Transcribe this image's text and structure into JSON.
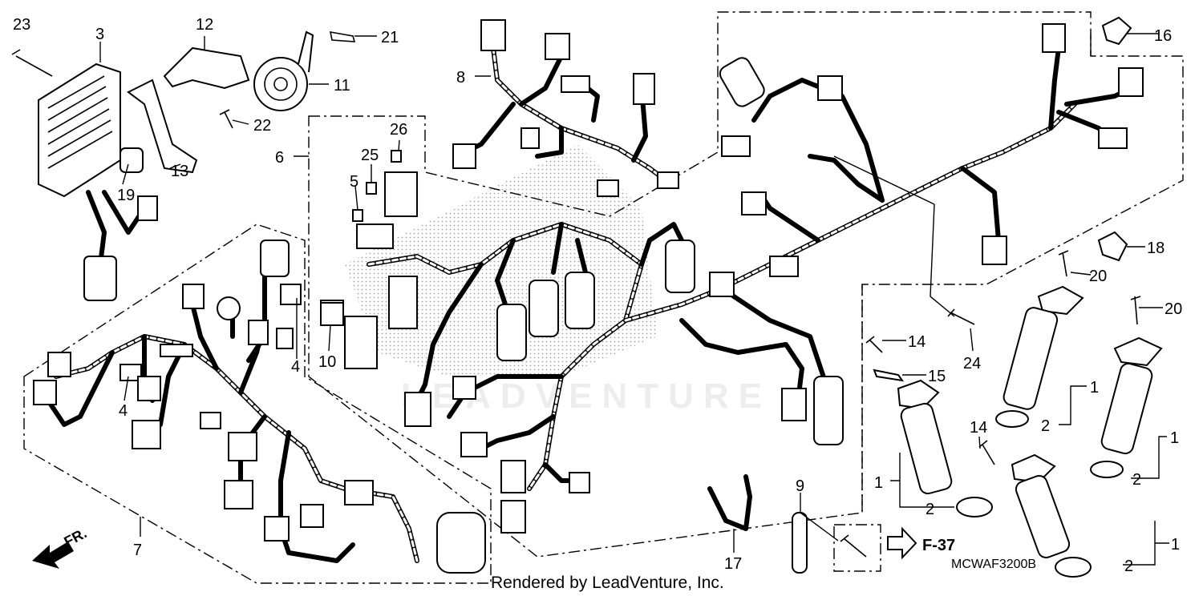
{
  "diagram": {
    "callouts": [
      {
        "id": "c23a",
        "text": "23"
      },
      {
        "id": "c3",
        "text": "3"
      },
      {
        "id": "c12",
        "text": "12"
      },
      {
        "id": "c21",
        "text": "21"
      },
      {
        "id": "c11",
        "text": "11"
      },
      {
        "id": "c22",
        "text": "22"
      },
      {
        "id": "c13",
        "text": "13"
      },
      {
        "id": "c19",
        "text": "19"
      },
      {
        "id": "c8",
        "text": "8"
      },
      {
        "id": "c26",
        "text": "26"
      },
      {
        "id": "c6",
        "text": "6"
      },
      {
        "id": "c25",
        "text": "25"
      },
      {
        "id": "c5",
        "text": "5"
      },
      {
        "id": "c10",
        "text": "10"
      },
      {
        "id": "c4a",
        "text": "4"
      },
      {
        "id": "c4b",
        "text": "4"
      },
      {
        "id": "c7",
        "text": "7"
      },
      {
        "id": "c16",
        "text": "16"
      },
      {
        "id": "c18",
        "text": "18"
      },
      {
        "id": "c20a",
        "text": "20"
      },
      {
        "id": "c20b",
        "text": "20"
      },
      {
        "id": "c14a",
        "text": "14"
      },
      {
        "id": "c15",
        "text": "15"
      },
      {
        "id": "c24",
        "text": "24"
      },
      {
        "id": "c1a",
        "text": "1"
      },
      {
        "id": "c2a",
        "text": "2"
      },
      {
        "id": "c1b",
        "text": "1"
      },
      {
        "id": "c2b",
        "text": "2"
      },
      {
        "id": "c14b",
        "text": "14"
      },
      {
        "id": "c1c",
        "text": "1"
      },
      {
        "id": "c2c",
        "text": "2"
      },
      {
        "id": "c1d",
        "text": "1"
      },
      {
        "id": "c2d",
        "text": "2"
      },
      {
        "id": "c9",
        "text": "9"
      },
      {
        "id": "c17",
        "text": "17"
      }
    ],
    "front_arrow_label": "FR.",
    "reference_label": "F-37",
    "diagram_code": "MCWAF3200B",
    "footer": "Rendered by LeadVenture, Inc.",
    "watermark": "LEADVENTURE"
  }
}
